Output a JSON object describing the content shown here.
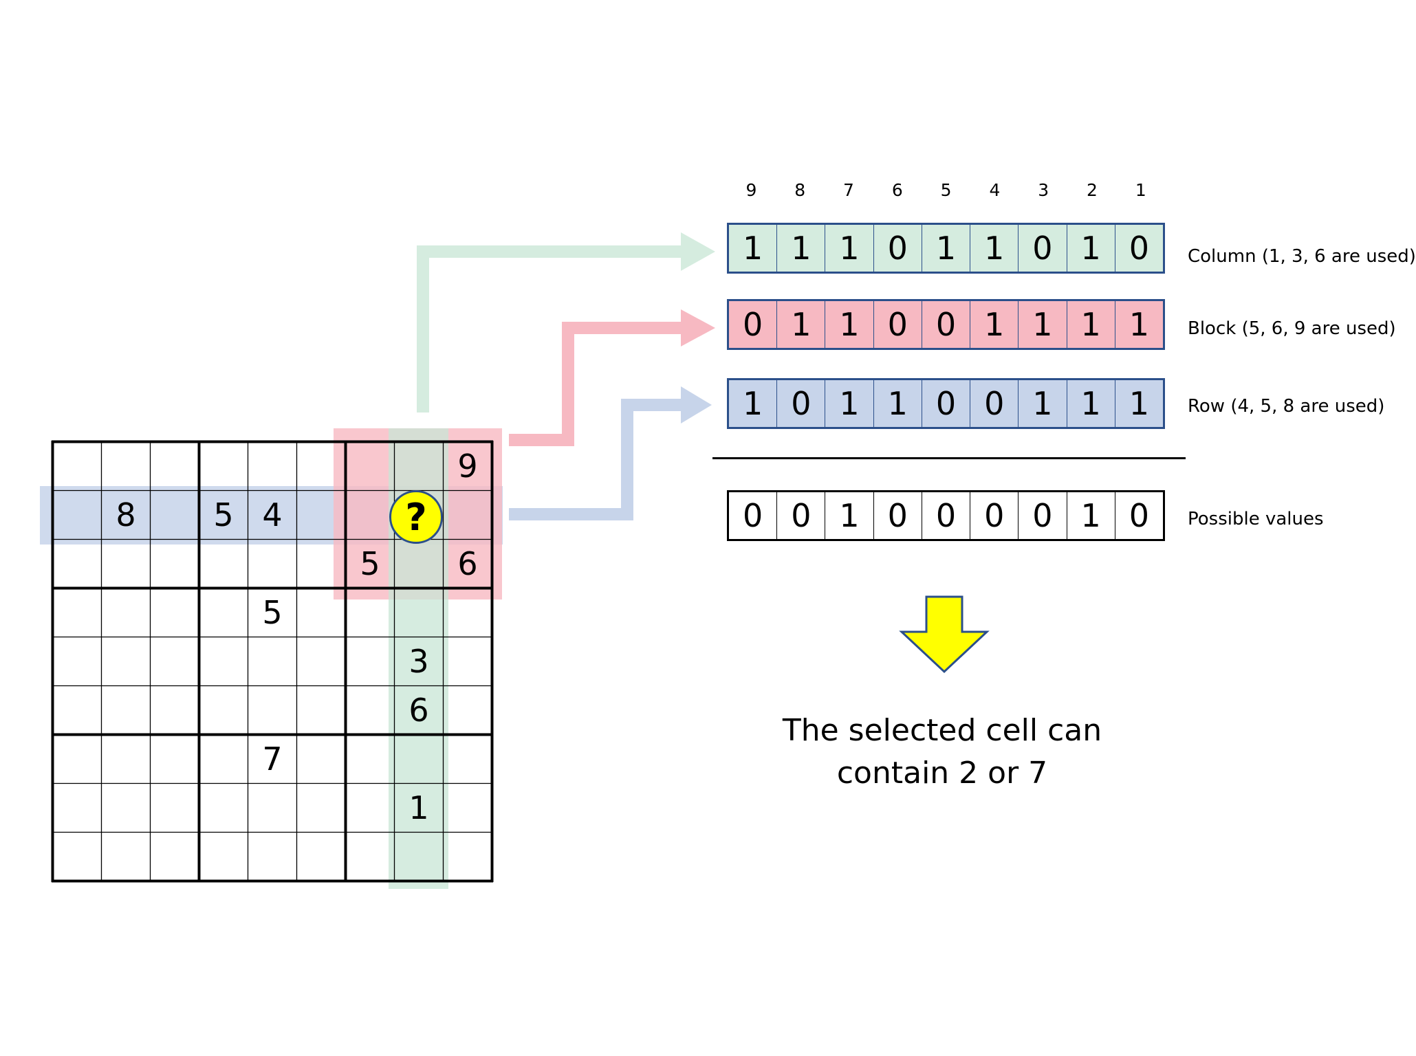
{
  "grid": {
    "givens": [
      {
        "r": 0,
        "c": 8,
        "v": "9"
      },
      {
        "r": 1,
        "c": 1,
        "v": "8"
      },
      {
        "r": 1,
        "c": 3,
        "v": "5"
      },
      {
        "r": 1,
        "c": 4,
        "v": "4"
      },
      {
        "r": 2,
        "c": 6,
        "v": "5"
      },
      {
        "r": 2,
        "c": 8,
        "v": "6"
      },
      {
        "r": 3,
        "c": 4,
        "v": "5"
      },
      {
        "r": 4,
        "c": 7,
        "v": "3"
      },
      {
        "r": 5,
        "c": 7,
        "v": "6"
      },
      {
        "r": 6,
        "c": 4,
        "v": "7"
      },
      {
        "r": 7,
        "c": 7,
        "v": "1"
      }
    ],
    "selected": {
      "r": 1,
      "c": 7,
      "symbol": "?"
    }
  },
  "bit_positions": [
    "9",
    "8",
    "7",
    "6",
    "5",
    "4",
    "3",
    "2",
    "1"
  ],
  "rows": [
    {
      "id": "column",
      "label": "Column (1, 3, 6 are used)",
      "bits": [
        "1",
        "1",
        "1",
        "0",
        "1",
        "1",
        "0",
        "1",
        "0"
      ],
      "color": "#d5ecdf"
    },
    {
      "id": "block",
      "label": "Block (5, 6, 9 are used)",
      "bits": [
        "0",
        "1",
        "1",
        "0",
        "0",
        "1",
        "1",
        "1",
        "1"
      ],
      "color": "#f7b9c2"
    },
    {
      "id": "row",
      "label": "Row (4, 5, 8 are used)",
      "bits": [
        "1",
        "0",
        "1",
        "1",
        "0",
        "0",
        "1",
        "1",
        "1"
      ],
      "color": "#c7d4ea"
    }
  ],
  "result": {
    "label": "Possible values",
    "bits": [
      "0",
      "0",
      "1",
      "0",
      "0",
      "0",
      "0",
      "1",
      "0"
    ]
  },
  "conclusion": {
    "line1": "The selected cell can",
    "line2": "contain 2 or 7"
  },
  "colors": {
    "column_highlight": "#d5ecdf",
    "block_highlight": "#f7b9c2",
    "row_highlight": "#c7d4ea",
    "selected_marker": "#ffff00",
    "down_arrow": "#ffff00",
    "outline": "#2b4f8a"
  }
}
